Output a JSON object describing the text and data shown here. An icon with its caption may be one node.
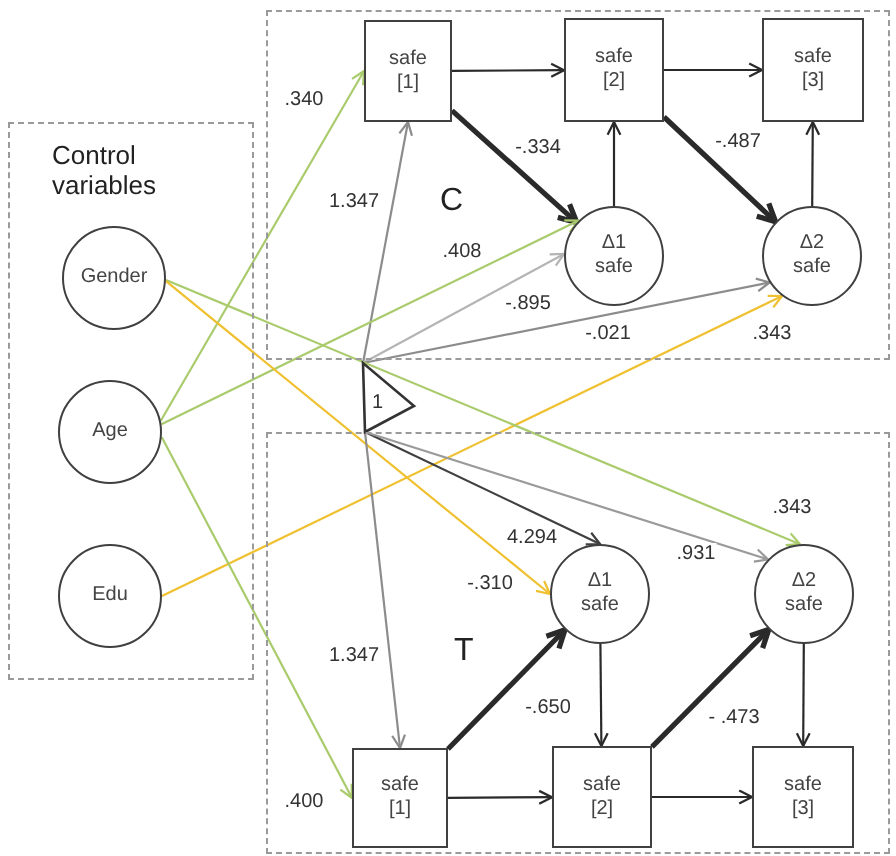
{
  "diagram": {
    "nodes": [
      {
        "text": [
          "Control variables"
        ]
      },
      {
        "text": [
          "Gender"
        ],
        "in": 0
      },
      {
        "text": [
          "Age"
        ],
        "in": 0
      },
      {
        "text": [
          "Edu"
        ],
        "in": 0
      },
      {
        "text": [
          "C"
        ]
      },
      {
        "text": [
          "safe [1]"
        ],
        "in": 4
      },
      {
        "text": [
          "safe [2]"
        ],
        "in": 4
      },
      {
        "text": [
          "safe [3]"
        ],
        "in": 4
      },
      {
        "text": [
          "Δ1 safe"
        ],
        "in": 4
      },
      {
        "text": [
          "Δ2 safe"
        ],
        "in": 4
      },
      {
        "text": [
          "1"
        ]
      },
      {
        "text": [
          "T"
        ]
      },
      {
        "text": [
          "Δ1 safe"
        ],
        "in": 11
      },
      {
        "text": [
          "Δ2 safe"
        ],
        "in": 11
      },
      {
        "text": [
          "safe [1]"
        ],
        "in": 11
      },
      {
        "text": [
          "safe [2]"
        ],
        "in": 11
      },
      {
        "text": [
          "safe [3]"
        ],
        "in": 11
      }
    ],
    "edges": [
      {
        "from": 2,
        "to": 5,
        "arrow": "to",
        "label": ".340",
        "color": "#a9cb6c"
      },
      {
        "from": 10,
        "to": 5,
        "arrow": "to",
        "label": "1.347",
        "color": "#8c8c8c"
      },
      {
        "from": 5,
        "to": 6,
        "arrow": "to"
      },
      {
        "from": 6,
        "to": 7,
        "arrow": "to"
      },
      {
        "from": 5,
        "to": 8,
        "arrow": "to",
        "label": "-.334",
        "style": "thick"
      },
      {
        "from": 8,
        "to": 6,
        "arrow": "to"
      },
      {
        "from": 6,
        "to": 9,
        "arrow": "to",
        "label": "-.487",
        "style": "thick"
      },
      {
        "from": 9,
        "to": 7,
        "arrow": "to"
      },
      {
        "from": 2,
        "to": 8,
        "arrow": "to",
        "label": ".408",
        "color": "#a9cb6c"
      },
      {
        "from": 10,
        "to": 8,
        "arrow": "to",
        "label": "-.895",
        "color": "#b4b4b4"
      },
      {
        "from": 10,
        "to": 9,
        "arrow": "to",
        "label": "-.021",
        "color": "#8c8c8c"
      },
      {
        "from": 3,
        "to": 9,
        "arrow": "to",
        "label": ".343",
        "color": "#efc030"
      },
      {
        "from": 1,
        "to": 13,
        "arrow": "to",
        "label": ".343",
        "color": "#a9cb6c"
      },
      {
        "from": 1,
        "to": 12,
        "arrow": "to",
        "label": "-.310",
        "color": "#efc030"
      },
      {
        "from": 10,
        "to": 12,
        "arrow": "to",
        "label": "4.294",
        "color": "#404040"
      },
      {
        "from": 10,
        "to": 13,
        "arrow": "to",
        "label": ".931",
        "color": "#9a9a9a"
      },
      {
        "from": 10,
        "to": 14,
        "arrow": "to",
        "label": "1.347",
        "color": "#8c8c8c"
      },
      {
        "from": 2,
        "to": 14,
        "arrow": "to",
        "label": ".400",
        "color": "#a9cb6c"
      },
      {
        "from": 14,
        "to": 12,
        "arrow": "to",
        "label": "-.650",
        "style": "thick"
      },
      {
        "from": 12,
        "to": 15,
        "arrow": "to"
      },
      {
        "from": 14,
        "to": 15,
        "arrow": "to"
      },
      {
        "from": 15,
        "to": 13,
        "arrow": "to",
        "label": "- .473",
        "style": "thick"
      },
      {
        "from": 13,
        "to": 16,
        "arrow": "to"
      },
      {
        "from": 15,
        "to": 16,
        "arrow": "to"
      }
    ]
  }
}
